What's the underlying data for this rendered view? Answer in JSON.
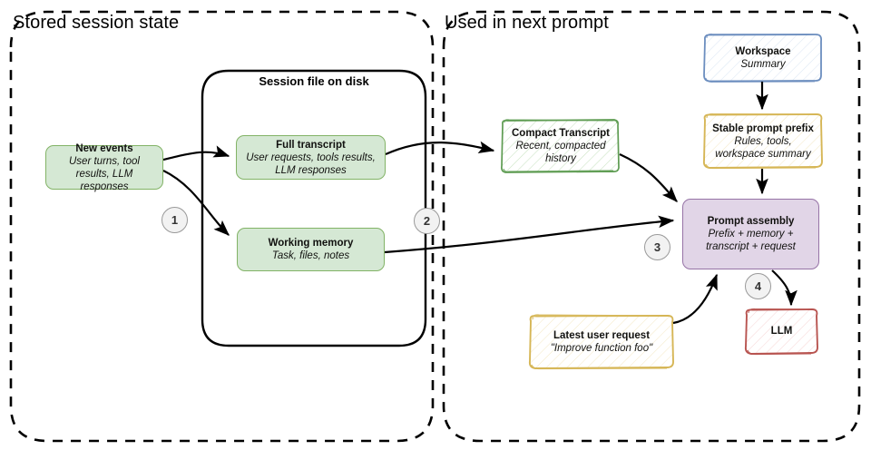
{
  "diagram": {
    "title_left": "Stored session state",
    "title_right": "Used in next prompt",
    "disk_container_label": "Session file on disk",
    "nodes": [
      {
        "id": "new-events",
        "title": "New events",
        "subtitle": "User turns, tool results, LLM responses",
        "color": "#d5e8d4",
        "stroke": "#82b366",
        "style": "solid"
      },
      {
        "id": "full-transcript",
        "title": "Full transcript",
        "subtitle": "User requests, tools results, LLM responses",
        "color": "#d5e8d4",
        "stroke": "#82b366",
        "style": "solid"
      },
      {
        "id": "working-memory",
        "title": "Working memory",
        "subtitle": "Task, files, notes",
        "color": "#d5e8d4",
        "stroke": "#82b366",
        "style": "solid"
      },
      {
        "id": "compact-transcript",
        "title": "Compact Transcript",
        "subtitle": "Recent, compacted history",
        "color": "#f5faf4",
        "stroke": "#5e9c52",
        "style": "sketch"
      },
      {
        "id": "workspace",
        "title": "Workspace",
        "subtitle": "Summary",
        "color": "#f7fafe",
        "stroke": "#6c8ebf",
        "style": "sketch"
      },
      {
        "id": "stable-prefix",
        "title": "Stable prompt prefix",
        "subtitle": "Rules, tools, workspace summary",
        "color": "#fffbe8",
        "stroke": "#d6b656",
        "style": "sketch"
      },
      {
        "id": "prompt-assembly",
        "title": "Prompt assembly",
        "subtitle": "Prefix + memory + transcript + request",
        "color": "#e1d5e7",
        "stroke": "#9673a6",
        "style": "solid"
      },
      {
        "id": "latest-request",
        "title": "Latest user request",
        "subtitle": "\"Improve function foo\"",
        "color": "#fffbe8",
        "stroke": "#d6b656",
        "style": "sketch"
      },
      {
        "id": "llm",
        "title": "LLM",
        "subtitle": "",
        "color": "#fdf2f2",
        "stroke": "#b85450",
        "style": "sketch"
      }
    ],
    "step_markers": [
      {
        "id": "step-1",
        "label": "1"
      },
      {
        "id": "step-2",
        "label": "2"
      },
      {
        "id": "step-3",
        "label": "3"
      },
      {
        "id": "step-4",
        "label": "4"
      }
    ],
    "edges": [
      {
        "from": "new-events",
        "to": "full-transcript",
        "marker": "1"
      },
      {
        "from": "new-events",
        "to": "working-memory",
        "marker": "1"
      },
      {
        "from": "full-transcript",
        "to": "compact-transcript",
        "marker": "2"
      },
      {
        "from": "working-memory",
        "to": "prompt-assembly",
        "marker": "2"
      },
      {
        "from": "compact-transcript",
        "to": "prompt-assembly",
        "marker": "3"
      },
      {
        "from": "workspace",
        "to": "stable-prefix",
        "marker": ""
      },
      {
        "from": "stable-prefix",
        "to": "prompt-assembly",
        "marker": ""
      },
      {
        "from": "latest-request",
        "to": "prompt-assembly",
        "marker": "3"
      },
      {
        "from": "prompt-assembly",
        "to": "llm",
        "marker": "4"
      }
    ],
    "colors": {
      "green_fill": "#d5e8d4",
      "green_stroke": "#82b366",
      "purple_fill": "#e1d5e7",
      "purple_stroke": "#9673a6",
      "yellow_stroke": "#d6b656",
      "blue_stroke": "#6c8ebf",
      "red_stroke": "#b85450",
      "edge": "#000000",
      "border": "#000000"
    }
  }
}
